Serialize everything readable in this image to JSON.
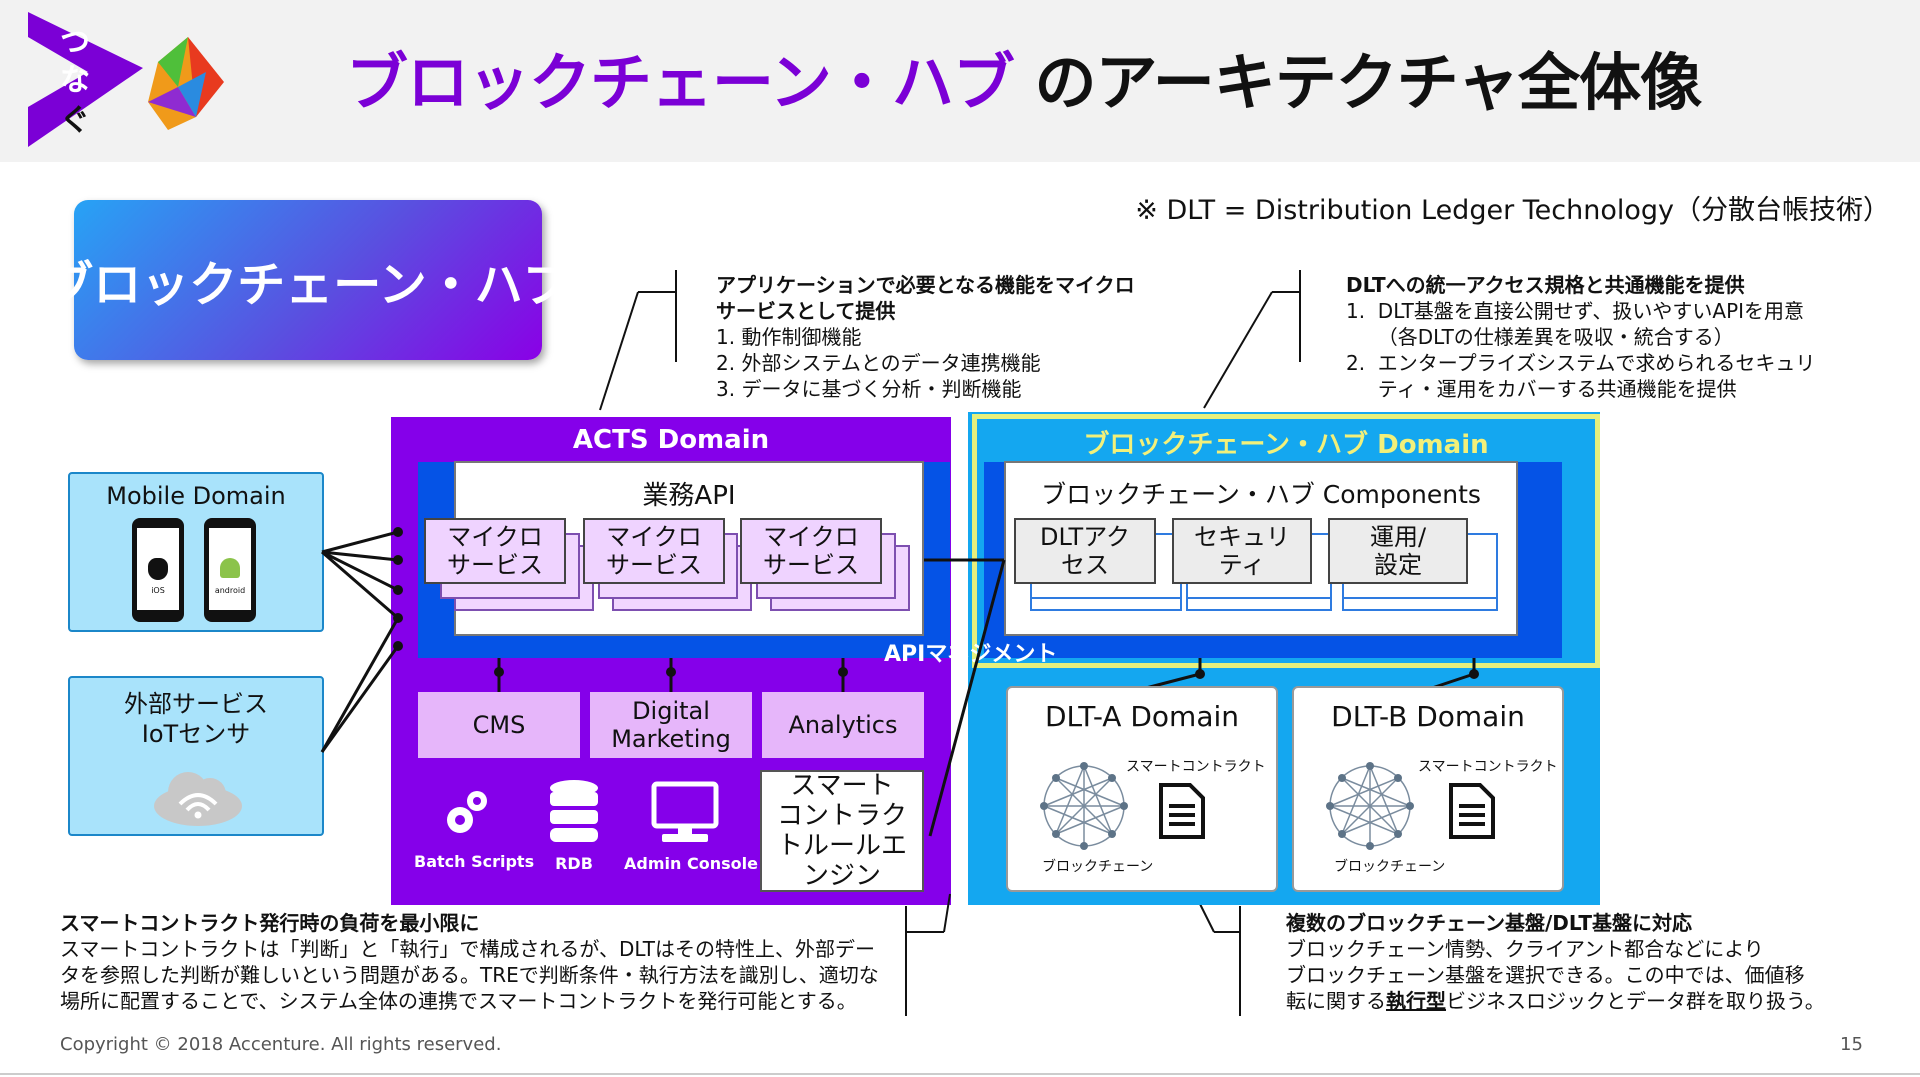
{
  "logo": {
    "text": "つなぐ"
  },
  "header": {
    "title_part1": "ブロックチェーン・ハブ",
    "title_part2": "のアーキテクチャ全体像"
  },
  "note": "※ DLT = Distribution Ledger Technology（分散台帳技術）",
  "hub_badge": "ブロックチェーン・ハブ",
  "callout_left": {
    "heading": "アプリケーションで必要となる機能をマイクロ",
    "heading2": "サービスとして提供",
    "items": [
      "1.  動作制御機能",
      "2.  外部システムとのデータ連携機能",
      "3.  データに基づく分析・判断機能"
    ]
  },
  "callout_right": {
    "heading": "DLTへの統一アクセス規格と共通機能を提供",
    "items": [
      "1.  DLT基盤を直接公開せず、扱いやすいAPIを用意",
      "     （各DLTの仕様差異を吸収・統合する）",
      "2.  エンタープライズシステムで求められるセキュリ",
      "     ティ・運用をカバーする共通機能を提供"
    ]
  },
  "mobile_domain": {
    "label": "Mobile Domain",
    "ios": "iOS",
    "android": "android"
  },
  "external": {
    "line1": "外部サービス",
    "line2": "IoTセンサ"
  },
  "acts": {
    "title": "ACTS Domain",
    "api_label": "業務API",
    "micro": [
      "マイクロ\nサービス",
      "マイクロ\nサービス",
      "マイクロ\nサービス"
    ],
    "bottom": [
      "CMS",
      "Digital\nMarketing",
      "Analytics"
    ],
    "icons": [
      "Batch Scripts",
      "RDB",
      "Admin Console"
    ],
    "smart_engine": "スマート\nコントラク\nトルールエ\nンジン"
  },
  "hub": {
    "title": "ブロックチェーン・ハブ Domain",
    "components_label": "ブロックチェーン・ハブ Components",
    "cards": [
      "DLTアク\nセス",
      "セキュリ\nティ",
      "運用/\n設定"
    ]
  },
  "api_management": "APIマネジメント",
  "dlt": [
    {
      "label": "DLT-A Domain",
      "contract": "スマートコントラクト",
      "chain": "ブロックチェーン"
    },
    {
      "label": "DLT-B Domain",
      "contract": "スマートコントラクト",
      "chain": "ブロックチェーン"
    }
  ],
  "bottom_left": {
    "heading": "スマートコントラクト発行時の負荷を最小限に",
    "lines": [
      "スマートコントラクトは「判断」と「執行」で構成されるが、DLTはその特性上、外部デー",
      "タを参照した判断が難しいという問題がある。TREで判断条件・執行方法を識別し、適切な",
      "場所に配置することで、システム全体の連携でスマートコントラクトを発行可能とする。"
    ]
  },
  "bottom_right": {
    "heading": "複数のブロックチェーン基盤/DLT基盤に対応",
    "lines": [
      "ブロックチェーン情勢、クライアント都合などにより",
      "ブロックチェーン基盤を選択できる。この中では、価値移"
    ],
    "line3a": "転に関する",
    "line3b": "執行型",
    "line3c": "ビジネスロジックとデータ群を取り扱う。"
  },
  "footer": {
    "copyright": "Copyright © 2018 Accenture. All rights reserved.",
    "page": "15"
  },
  "colors": {
    "purple": "#8500ea",
    "hub_blue": "#14a7f0",
    "api_blue": "#0553e6",
    "highlight": "#e6f07c"
  }
}
